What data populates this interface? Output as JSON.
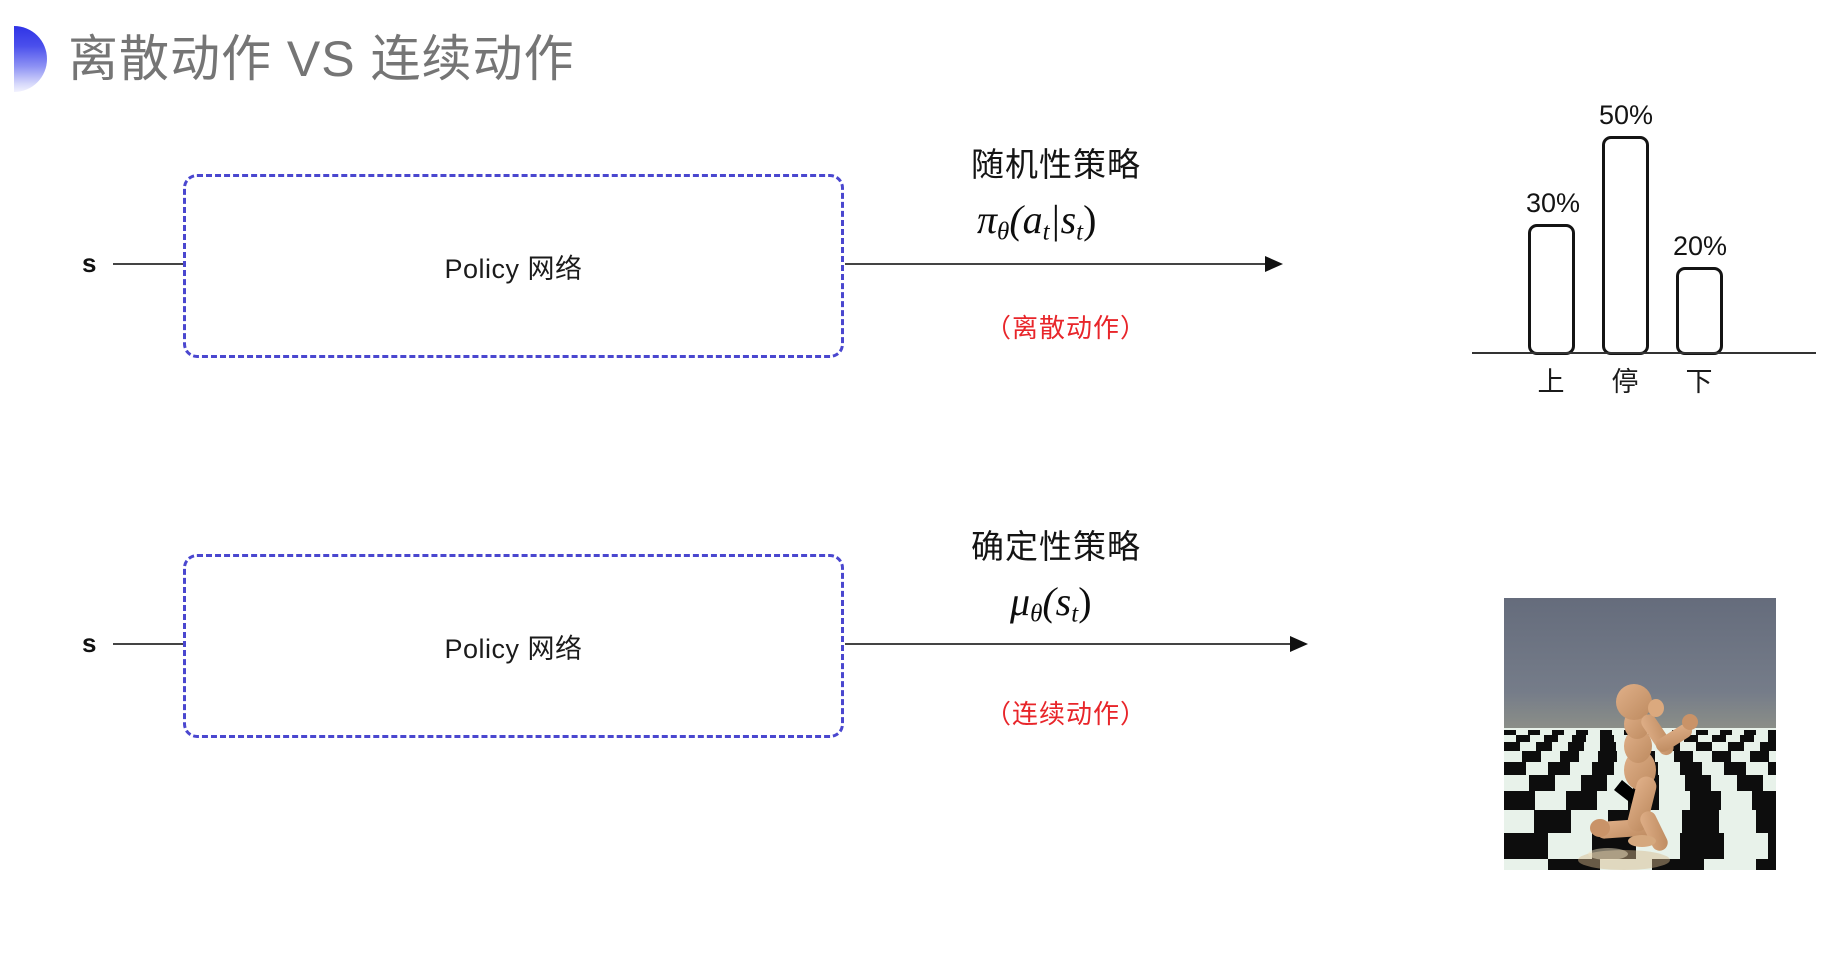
{
  "slide": {
    "title": "离散动作 VS 连续动作",
    "title_color": "#757575",
    "bullet_color": "#2f33e6"
  },
  "rows": [
    {
      "id": "discrete",
      "state_label": "s",
      "policy_box_label": "Policy 网络",
      "policy_type": "随机性策略",
      "formula_main": "π",
      "formula_theta": "θ",
      "formula_body": "(a",
      "formula_sub1": "t",
      "formula_mid": "|s",
      "formula_sub2": "t",
      "formula_end": ")",
      "formula_plain": "π_θ(a_t|s_t)",
      "action_tag": "（离散动作）",
      "action_tag_color": "#e8252a",
      "output_kind": "bar-chart"
    },
    {
      "id": "continuous",
      "state_label": "s",
      "policy_box_label": "Policy 网络",
      "policy_type": "确定性策略",
      "formula_main": "μ",
      "formula_theta": "θ",
      "formula_body": "(s",
      "formula_sub1": "t",
      "formula_mid": "",
      "formula_sub2": "",
      "formula_end": ")",
      "formula_plain": "μ_θ(s_t)",
      "action_tag": "（连续动作）",
      "action_tag_color": "#e8252a",
      "output_kind": "humanoid-image"
    }
  ],
  "chart_data": {
    "type": "bar",
    "title": "",
    "xlabel": "",
    "ylabel": "",
    "categories": [
      "上",
      "停",
      "下"
    ],
    "values": [
      30,
      50,
      20
    ],
    "value_labels": [
      "30%",
      "50%",
      "20%"
    ],
    "ylim": [
      0,
      55
    ],
    "grid": false,
    "legend": "none",
    "bar_fill": "#ffffff",
    "bar_stroke": "#141414"
  },
  "humanoid": {
    "caption": "",
    "sky_color": "#6d7482",
    "floor_light": "#e8f2ea",
    "floor_dark": "#101010",
    "body_color": "#d2a277"
  }
}
